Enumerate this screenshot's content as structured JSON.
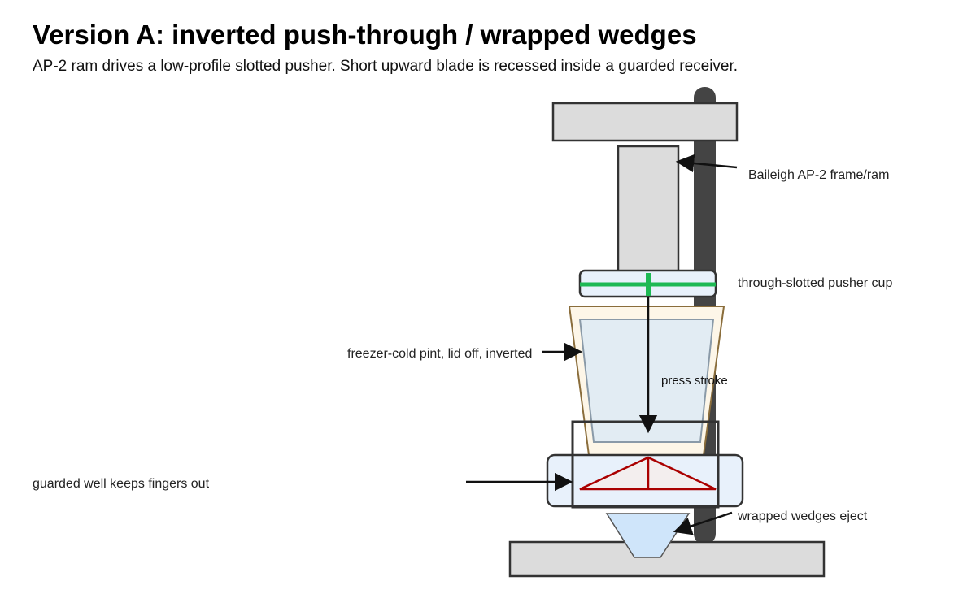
{
  "title": "Version A: inverted push-through / wrapped wedges",
  "subtitle": "AP-2 ram drives a low-profile slotted pusher. Short upward blade is recessed inside a guarded receiver.",
  "labels": {
    "frame": "Baileigh AP-2 frame/ram",
    "pusher": "through-slotted pusher cup",
    "pint": "freezer-cold pint, lid off, inverted",
    "stroke": "press stroke",
    "guard": "guarded well keeps fingers out",
    "eject": "wrapped wedges eject"
  },
  "colors": {
    "frame_gray": "#dcdcdc",
    "post_dark": "#444444",
    "outline": "#333333",
    "slot_green": "#1db954",
    "pint_outer": "#fdf6e8",
    "pint_outer_stroke": "#8a6d3b",
    "pint_inner": "#e2ecf3",
    "receiver_fill": "#e8f1fb",
    "blade_red": "#aa0000",
    "chute_blue": "#cfe5fa"
  }
}
